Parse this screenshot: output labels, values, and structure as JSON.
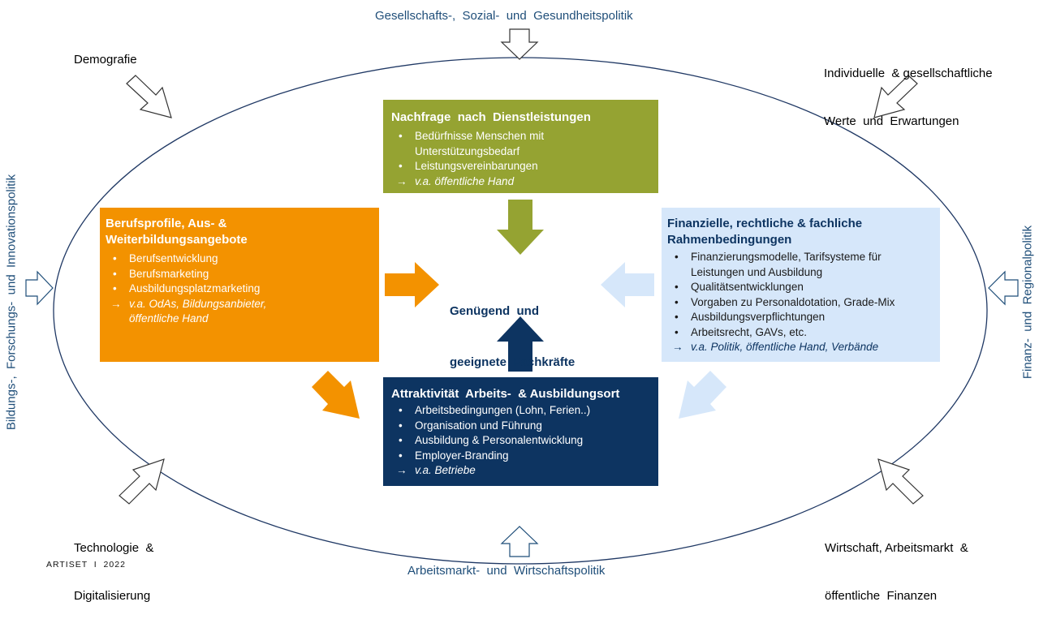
{
  "external": {
    "top": "Gesellschafts-,  Sozial-  und  Gesundheitspolitik",
    "top_left": "Demografie",
    "top_right_line1": "Individuelle  & gesellschaftliche",
    "top_right_line2": "Werte  und  Erwartungen",
    "left": "Bildungs-,  Forschungs-  und  Innovationspolitik",
    "right": "Finanz-  und  Regionalpolitik",
    "bottom_left_line1": "Technologie  &",
    "bottom_left_line2": "Digitalisierung",
    "bottom_right_line1": "Wirtschaft, Arbeitsmarkt  &",
    "bottom_right_line2": "öffentliche  Finanzen",
    "bottom": "Arbeitsmarkt-  und  Wirtschaftspolitik"
  },
  "center": {
    "line1": "Genügend  und",
    "line2": "geeignete  Fachkräfte"
  },
  "boxes": {
    "nachfrage": {
      "title": "Nachfrage  nach  Dienstleistungen",
      "items": [
        "Bedürfnisse  Menschen  mit Unterstützungsbedarf",
        "Leistungsvereinbarungen"
      ],
      "note": "v.a.  öffentliche  Hand"
    },
    "berufsprofile": {
      "title": "Berufsprofile,  Aus-  & Weiterbildungsangebote",
      "items": [
        "Berufsentwicklung",
        "Berufsmarketing",
        "Ausbildungsplatzmarketing"
      ],
      "note": "v.a.  OdAs,  Bildungsanbieter,  öffentliche  Hand"
    },
    "finanzielle": {
      "title": "Finanzielle,  rechtliche  & fachliche Rahmenbedingungen",
      "items": [
        "Finanzierungsmodelle,  Tarifsysteme für  Leistungen  und  Ausbildung",
        "Qualitätsentwicklungen",
        "Vorgaben  zu Personaldotation,  Grade-Mix",
        "Ausbildungsverpflichtungen",
        "Arbeitsrecht,  GAVs,  etc."
      ],
      "note": "v.a.  Politik,  öffentliche  Hand,  Verbände"
    },
    "attraktivitaet": {
      "title": "Attraktivität  Arbeits-  & Ausbildungsort",
      "items": [
        "Arbeitsbedingungen  (Lohn,  Ferien..)",
        "Organisation  und  Führung",
        "Ausbildung  & Personalentwicklung",
        "Employer-Branding"
      ],
      "note": "v.a.  Betriebe"
    }
  },
  "footer": "ARTISET  I  2022",
  "colors": {
    "green": "#95a332",
    "orange": "#f39200",
    "light_blue": "#d6e7fa",
    "navy": "#0d3461",
    "text_blue": "#1f4e79",
    "ellipse": "#1f3864"
  }
}
